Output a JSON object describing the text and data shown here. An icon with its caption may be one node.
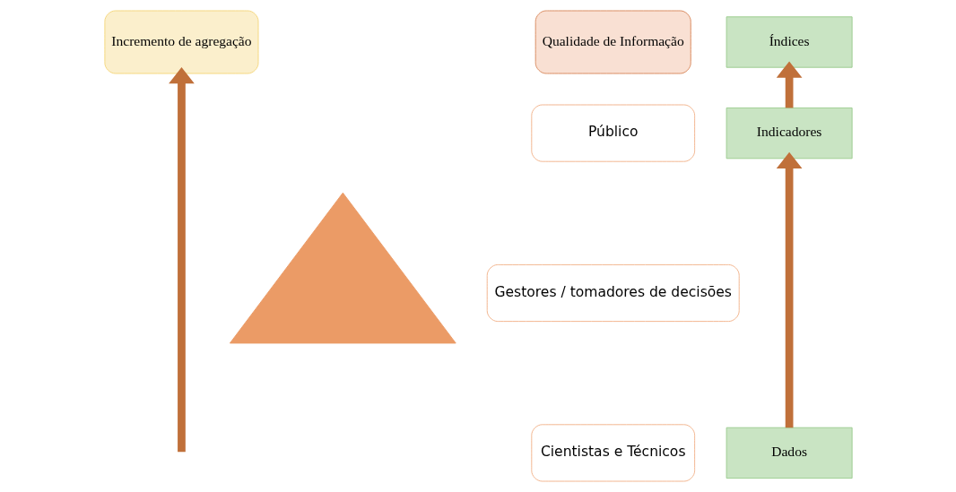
{
  "diagram": {
    "nodes": [
      {
        "text": [
          "Incremento de agregação"
        ]
      },
      {
        "text": [
          "Qualidade de Informação"
        ]
      },
      {
        "text": [],
        "shape": "triangle"
      },
      {
        "text": [
          "Público"
        ]
      },
      {
        "text": [
          "Gestores / tomadores de decisões"
        ]
      },
      {
        "text": [
          "Cientistas e Técnicos"
        ]
      },
      {
        "text": [
          "Índices"
        ]
      },
      {
        "text": [
          "Indicadores"
        ]
      },
      {
        "text": [
          "Dados"
        ]
      }
    ],
    "edges": [
      {
        "from": null,
        "to": 0,
        "arrow": "to"
      },
      {
        "from": 8,
        "to": 7,
        "arrow": "to"
      },
      {
        "from": 7,
        "to": 6,
        "arrow": "to"
      }
    ]
  }
}
